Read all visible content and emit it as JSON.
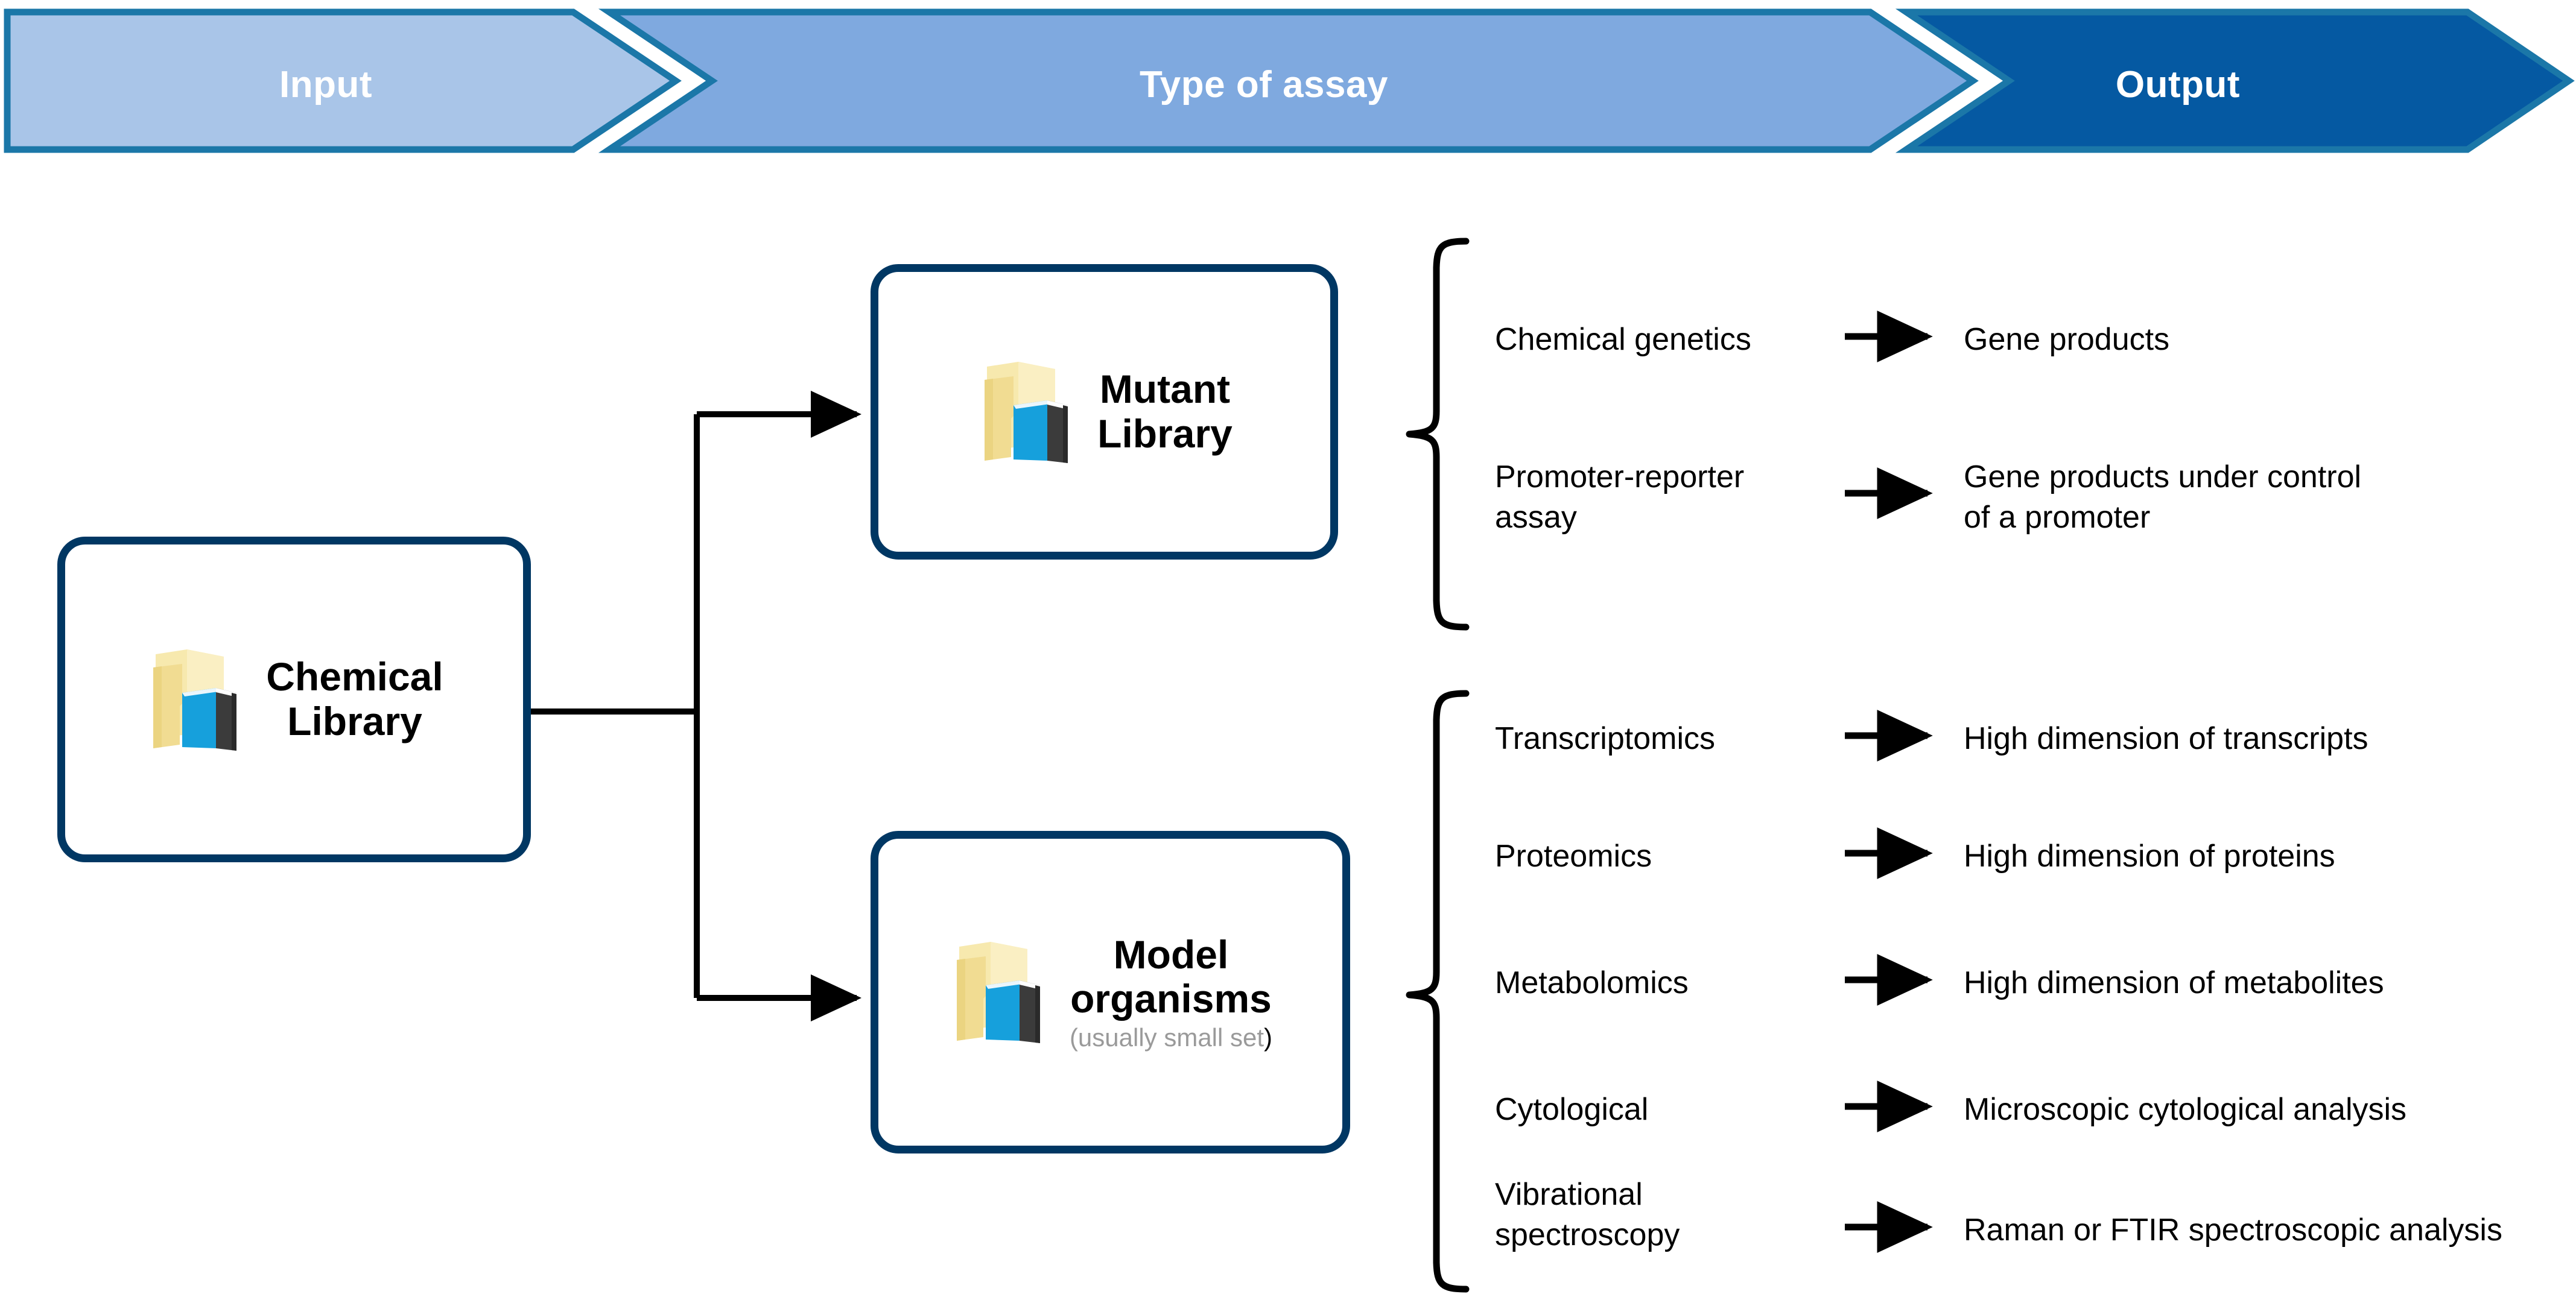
{
  "banner": {
    "segments": [
      {
        "label": "Input",
        "color": "#A9C5E8",
        "stroke": "#1B77A8"
      },
      {
        "label": "Type of assay",
        "color": "#7FA9DF",
        "stroke": "#1B77A8"
      },
      {
        "label": "Output",
        "color": "#0559A2",
        "stroke": "#1B77A8"
      }
    ]
  },
  "nodes": {
    "chemical": {
      "title": "Chemical\nLibrary",
      "icon": "folder-books-icon"
    },
    "mutant": {
      "title": "Mutant\nLibrary",
      "icon": "folder-books-icon"
    },
    "model": {
      "title": "Model\norganisms",
      "subtitle_gray": "(usually small set",
      "subtitle_close": ")",
      "icon": "folder-books-icon"
    }
  },
  "groups": [
    {
      "name": "mutant-library-assays",
      "rows": [
        {
          "assay": "Chemical genetics",
          "output": "Gene products"
        },
        {
          "assay": "Promoter-reporter\nassay",
          "output": "Gene products under control\nof a promoter"
        }
      ]
    },
    {
      "name": "model-organism-assays",
      "rows": [
        {
          "assay": "Transcriptomics",
          "output": "High dimension of transcripts"
        },
        {
          "assay": "Proteomics",
          "output": "High dimension of proteins"
        },
        {
          "assay": "Metabolomics",
          "output": "High dimension of metabolites"
        },
        {
          "assay": "Cytological",
          "output": "Microscopic cytological analysis"
        },
        {
          "assay": "Vibrational\nspectroscopy",
          "output": "Raman or FTIR spectroscopic analysis"
        }
      ]
    }
  ],
  "colors": {
    "node_border": "#003763",
    "connector": "#000000",
    "brace": "#000000",
    "subtitle_gray": "#9a9a9a",
    "folder_yellow": "#F5E09A",
    "folder_yellow_light": "#FAEFC0",
    "book_blue": "#16A0DC",
    "book_dark": "#3B3B3B"
  }
}
